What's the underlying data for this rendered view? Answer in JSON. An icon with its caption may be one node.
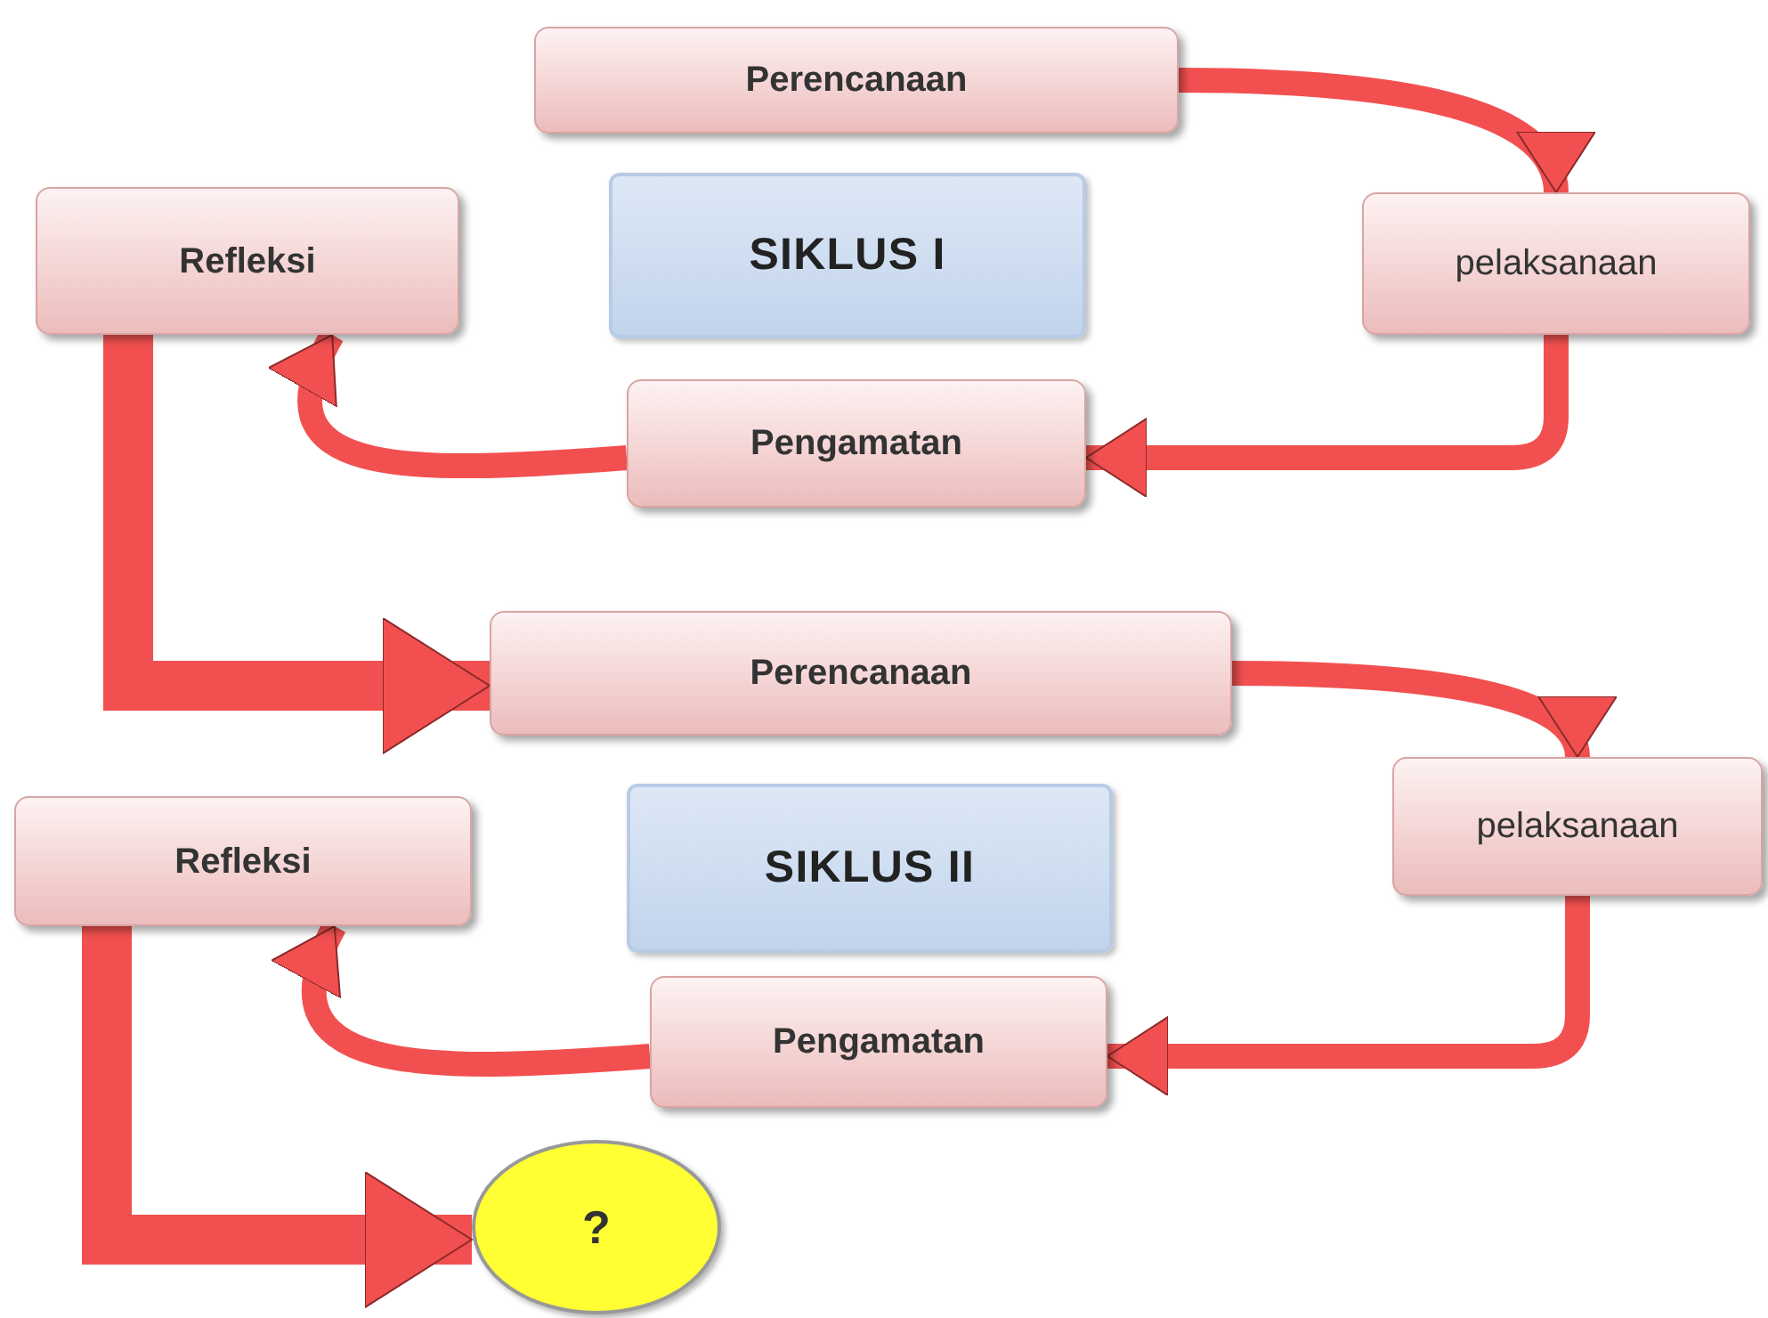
{
  "diagram": {
    "nodes": [
      {
        "text": [
          "Perencanaan"
        ]
      },
      {
        "text": [
          "SIKLUS I"
        ]
      },
      {
        "text": [
          "Refleksi"
        ]
      },
      {
        "text": [
          "pelaksanaan"
        ]
      },
      {
        "text": [
          "Pengamatan"
        ]
      },
      {
        "text": [
          "Perencanaan"
        ]
      },
      {
        "text": [
          "Refleksi"
        ]
      },
      {
        "text": [
          "SIKLUS II"
        ]
      },
      {
        "text": [
          "pelaksanaan"
        ]
      },
      {
        "text": [
          "Pengamatan"
        ]
      },
      {
        "text": [
          "?"
        ]
      }
    ],
    "edges": [
      {
        "from": 0,
        "to": 3,
        "arrow": "to"
      },
      {
        "from": 3,
        "to": 4,
        "arrow": "to"
      },
      {
        "from": 4,
        "to": 2,
        "arrow": "to"
      },
      {
        "from": 2,
        "to": 5,
        "arrow": "to",
        "style": "thick"
      },
      {
        "from": 5,
        "to": 8,
        "arrow": "to"
      },
      {
        "from": 8,
        "to": 9,
        "arrow": "to"
      },
      {
        "from": 9,
        "to": 6,
        "arrow": "to"
      },
      {
        "from": 6,
        "to": 10,
        "arrow": "to",
        "style": "thick"
      }
    ]
  }
}
